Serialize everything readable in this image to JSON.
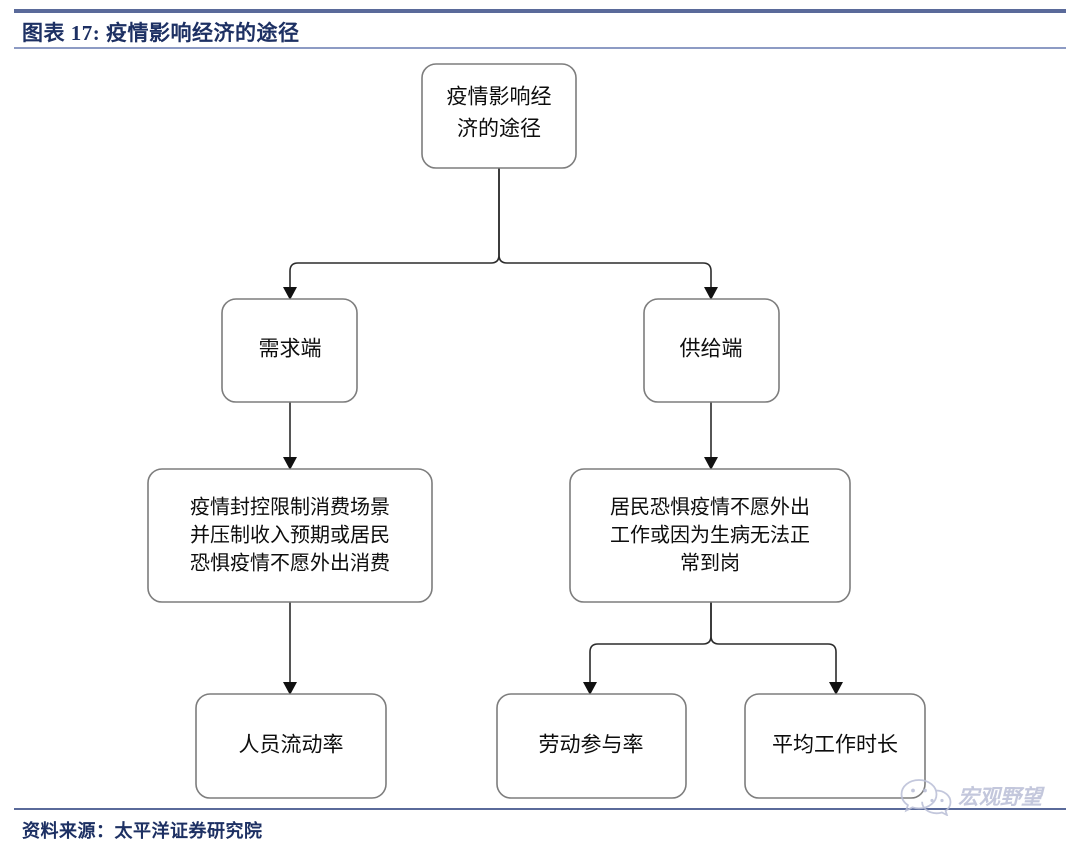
{
  "header": {
    "figure_label": "图表 17:",
    "title": "图表 17:  疫情影响经济的途径",
    "rule_color": "#5a6a9a",
    "title_color": "#1d3063"
  },
  "footer": {
    "source": "资料来源：太平洋证券研究院",
    "rule_color": "#5a6a9a"
  },
  "watermark": {
    "label": "宏观野望",
    "icon": "wechat-icon",
    "color": "#b9bed6"
  },
  "chart_data": {
    "type": "diagram",
    "title": "疫情影响经济的途径",
    "orientation": "top-down",
    "node_style": {
      "shape": "rounded-rectangle",
      "fill": "#ffffff",
      "border": "#7d7d7d",
      "text": "#0d0d0d"
    },
    "connector_style": {
      "color": "#2b2b2b",
      "arrow": "filled-triangle"
    },
    "nodes": [
      {
        "id": "root",
        "label": "疫情影响经济的途径",
        "lines": [
          "疫情影响经",
          "济的途径"
        ],
        "level": 0
      },
      {
        "id": "demand",
        "label": "需求端",
        "lines": [
          "需求端"
        ],
        "level": 1
      },
      {
        "id": "supply",
        "label": "供给端",
        "lines": [
          "供给端"
        ],
        "level": 1
      },
      {
        "id": "demand_detail",
        "label": "疫情封控限制消费场景并压制收入预期或居民恐惧疫情不愿外出消费",
        "lines": [
          "疫情封控限制消费场景",
          "并压制收入预期或居民",
          "恐惧疫情不愿外出消费"
        ],
        "level": 2
      },
      {
        "id": "supply_detail",
        "label": "居民恐惧疫情不愿外出工作或因为生病无法正常到岗",
        "lines": [
          "居民恐惧疫情不愿外出",
          "工作或因为生病无法正",
          "常到岗"
        ],
        "level": 2
      },
      {
        "id": "mobility",
        "label": "人员流动率",
        "lines": [
          "人员流动率"
        ],
        "level": 3
      },
      {
        "id": "participation",
        "label": "劳动参与率",
        "lines": [
          "劳动参与率"
        ],
        "level": 3
      },
      {
        "id": "hours",
        "label": "平均工作时长",
        "lines": [
          "平均工作时长"
        ],
        "level": 3
      }
    ],
    "edges": [
      {
        "from": "root",
        "to": "demand"
      },
      {
        "from": "root",
        "to": "supply"
      },
      {
        "from": "demand",
        "to": "demand_detail"
      },
      {
        "from": "supply",
        "to": "supply_detail"
      },
      {
        "from": "demand_detail",
        "to": "mobility"
      },
      {
        "from": "supply_detail",
        "to": "participation"
      },
      {
        "from": "supply_detail",
        "to": "hours"
      }
    ]
  }
}
